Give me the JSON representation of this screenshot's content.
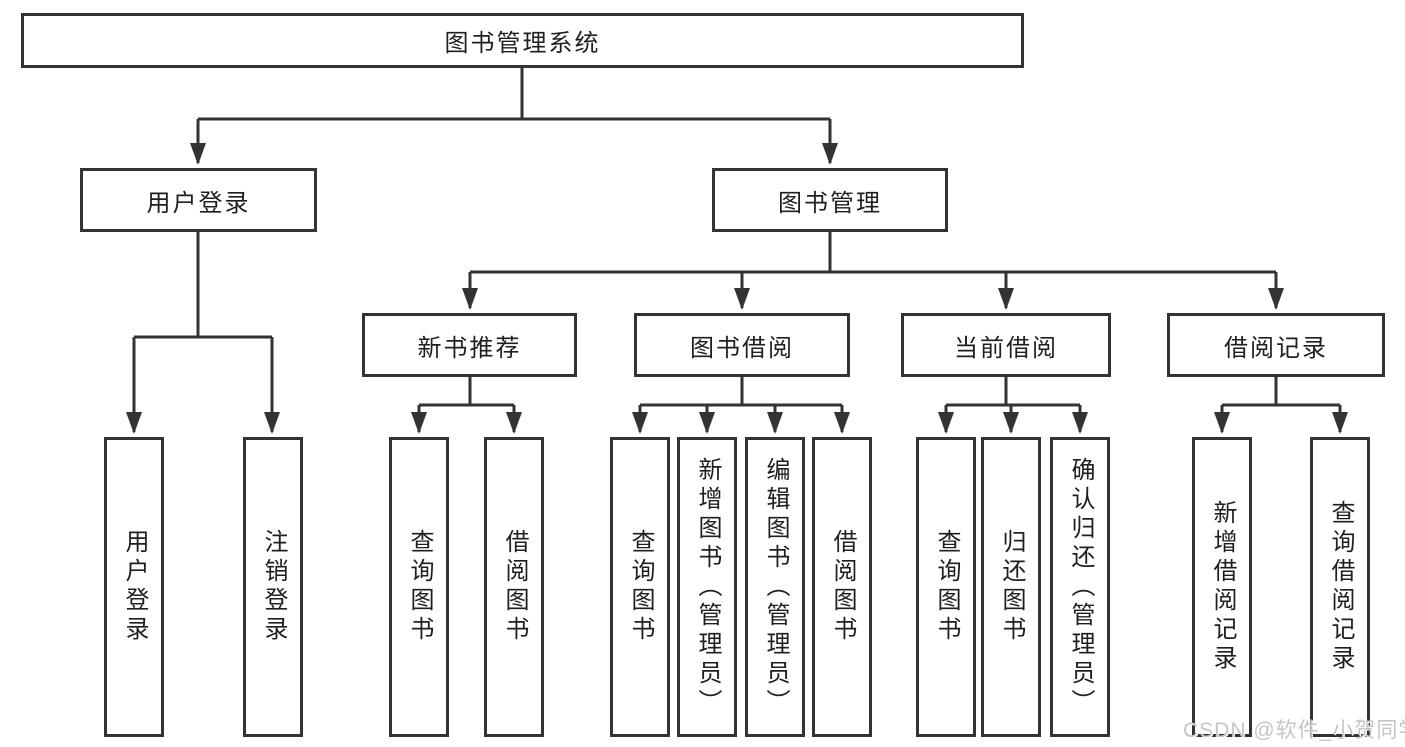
{
  "tree": {
    "root": "图书管理系统",
    "children": [
      {
        "label": "用户登录",
        "children": [
          "用户登录",
          "注销登录"
        ]
      },
      {
        "label": "图书管理",
        "children": [
          {
            "label": "新书推荐",
            "children": [
              "查询图书",
              "借阅图书"
            ]
          },
          {
            "label": "图书借阅",
            "children": [
              "查询图书",
              "新增图书（管理员）",
              "编辑图书（管理员）",
              "借阅图书"
            ]
          },
          {
            "label": "当前借阅",
            "children": [
              "查询图书",
              "归还图书",
              "确认归还（管理员）"
            ]
          },
          {
            "label": "借阅记录",
            "children": [
              "新增借阅记录",
              "查询借阅记录"
            ]
          }
        ]
      }
    ]
  },
  "watermark": {
    "text": "CSDN @软件_小贺同学"
  },
  "colors": {
    "line": "#333333",
    "text": "#1f1f1f",
    "background": "#ffffff",
    "watermark": "#c3c6c8"
  }
}
